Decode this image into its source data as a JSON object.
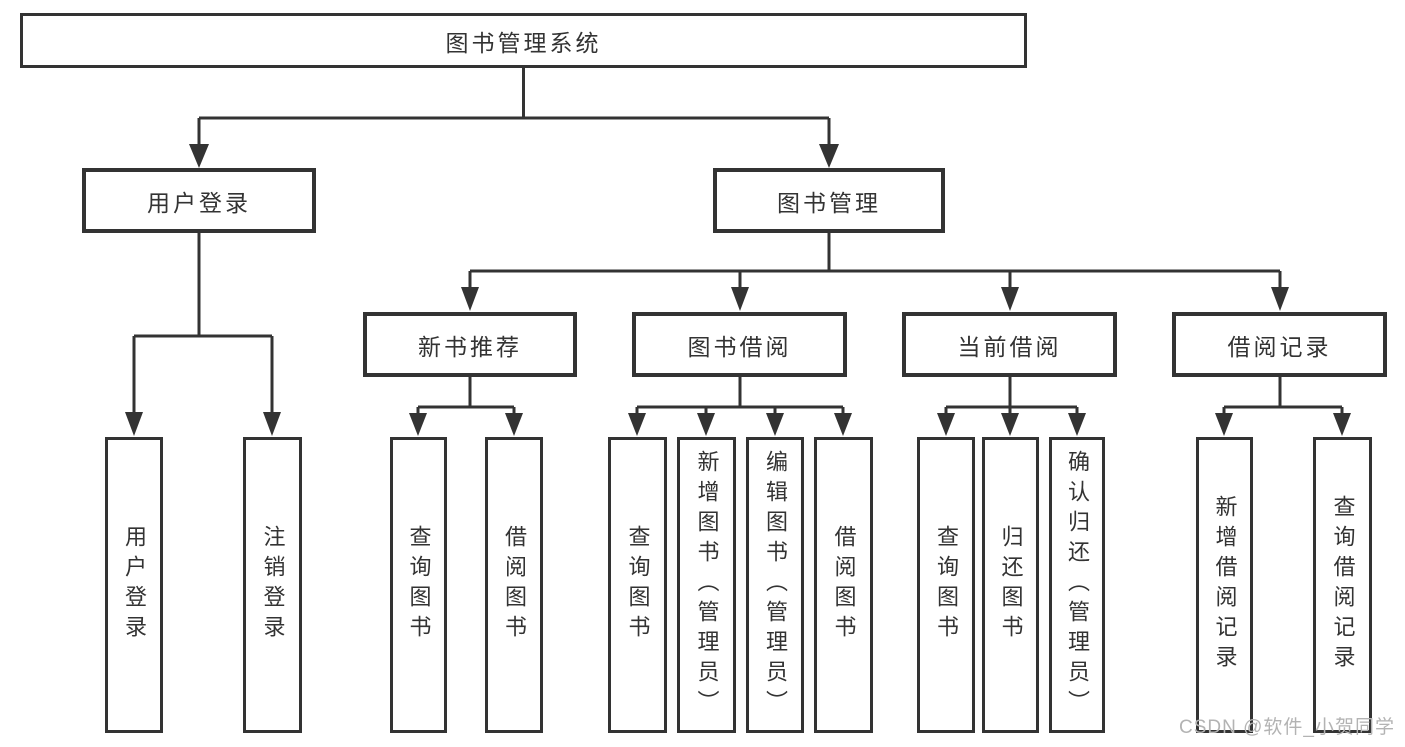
{
  "tree": {
    "root": {
      "label": "图书管理系统"
    },
    "branches": [
      {
        "label": "用户登录",
        "children": [
          {
            "label": "用户登录"
          },
          {
            "label": "注销登录"
          }
        ]
      },
      {
        "label": "图书管理",
        "children": [
          {
            "label": "新书推荐",
            "children": [
              {
                "label": "查询图书"
              },
              {
                "label": "借阅图书"
              }
            ]
          },
          {
            "label": "图书借阅",
            "children": [
              {
                "label": "查询图书"
              },
              {
                "label": "新增图书（管理员）"
              },
              {
                "label": "编辑图书（管理员）"
              },
              {
                "label": "借阅图书"
              }
            ]
          },
          {
            "label": "当前借阅",
            "children": [
              {
                "label": "查询图书"
              },
              {
                "label": "归还图书"
              },
              {
                "label": "确认归还（管理员）"
              }
            ]
          },
          {
            "label": "借阅记录",
            "children": [
              {
                "label": "新增借阅记录"
              },
              {
                "label": "查询借阅记录"
              }
            ]
          }
        ]
      }
    ]
  },
  "watermark": "CSDN @软件_小贺同学",
  "colors": {
    "line": "#333333",
    "text": "#333333",
    "watermark": "#b3b3b3",
    "background": "#ffffff"
  }
}
